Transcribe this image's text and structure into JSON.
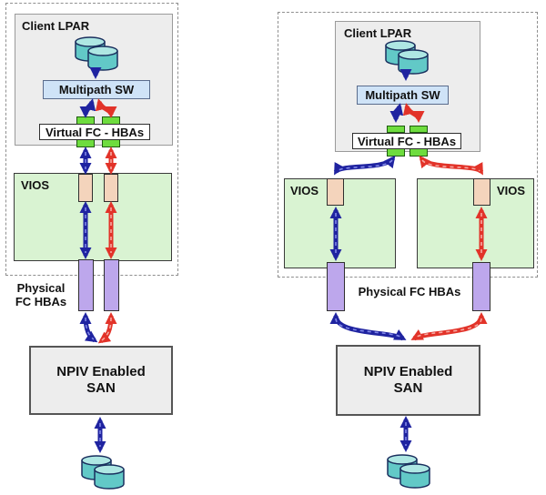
{
  "colors": {
    "dashed_border": "#8f8f8f",
    "lpar_fill": "#ededed",
    "lpar_border": "#9a9a9a",
    "multipath_fill": "#cfe3f7",
    "multipath_border": "#5a6c8c",
    "vfc_fill": "#ffffff",
    "vfc_border": "#2f2f2f",
    "connector_fill": "#6edc3e",
    "connector_border": "#1e5a10",
    "vios_fill": "#d9f3d2",
    "vios_border": "#3a3a3a",
    "server_adapter_fill": "#f4d4bc",
    "adapter_border": "#2f2f2f",
    "hba_fill": "#bda7ec",
    "san_fill": "#ededed",
    "san_border": "#555555",
    "arrow_blue": "#1f23a0",
    "arrow_red": "#e23329",
    "stitch_blue": "#8289e8",
    "stitch_red": "#f6a9a2",
    "cylinder_body": "#62c9c7",
    "cylinder_top": "#aee7e3",
    "cylinder_outline": "#1a2f5e",
    "text": "#111111"
  },
  "left": {
    "client_lpar": "Client LPAR",
    "multipath": "Multipath SW",
    "virtual_fc": "Virtual FC - HBAs",
    "vios": "VIOS",
    "physical_line1": "Physical",
    "physical_line2": "FC HBAs",
    "san_line1": "NPIV Enabled",
    "san_line2": "SAN"
  },
  "right": {
    "client_lpar": "Client LPAR",
    "multipath": "Multipath SW",
    "virtual_fc": "Virtual FC - HBAs",
    "vios_left": "VIOS",
    "vios_right": "VIOS",
    "physical": "Physical FC HBAs",
    "san_line1": "NPIV Enabled",
    "san_line2": "SAN"
  }
}
